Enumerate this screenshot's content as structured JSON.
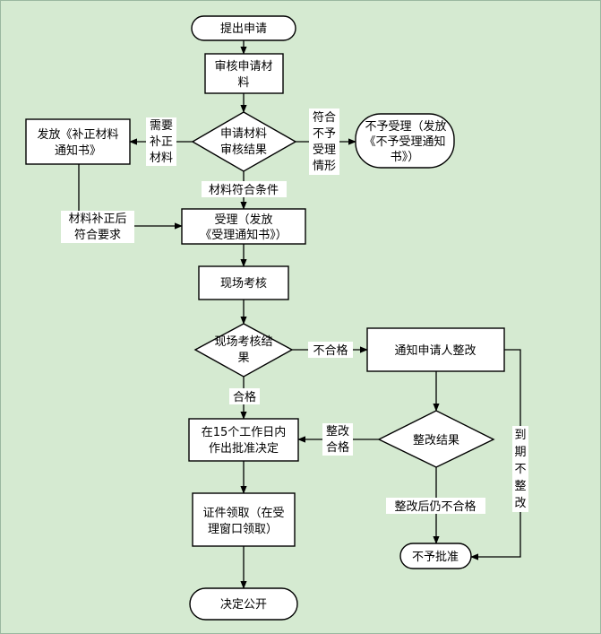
{
  "nodes": {
    "submit": "提出申请",
    "review": [
      "审核申请材",
      "料"
    ],
    "review_result": [
      "申请材料",
      "审核结果"
    ],
    "supplement_notice": [
      "发放《补正材料",
      "通知书》"
    ],
    "reject_notice": [
      "不予受理（发放",
      "《不予受理通知",
      "书》）"
    ],
    "accept": [
      "受理（发放",
      "《受理通知书》）"
    ],
    "site_check": "现场考核",
    "site_result": [
      "现场考核结",
      "果"
    ],
    "notify_fix": "通知申请人整改",
    "fix_result": "整改结果",
    "decision": [
      "在15个工作日内",
      "作出批准决定"
    ],
    "not_approved": "不予批准",
    "certificate": [
      "证件领取（在受",
      "理窗口领取）"
    ],
    "publish": "决定公开"
  },
  "labels": {
    "need_supplement": [
      "需要",
      "补正",
      "材料"
    ],
    "not_eligible": [
      "符合",
      "不予",
      "受理",
      "情形"
    ],
    "materials_ok": "材料符合条件",
    "supplement_ok": [
      "材料补正后",
      "符合要求"
    ],
    "fail": "不合格",
    "pass": "合格",
    "fix_pass": [
      "整改",
      "合格"
    ],
    "fix_fail": "整改后仍不合格",
    "expired": [
      "到",
      "期",
      "不",
      "整",
      "改"
    ]
  }
}
